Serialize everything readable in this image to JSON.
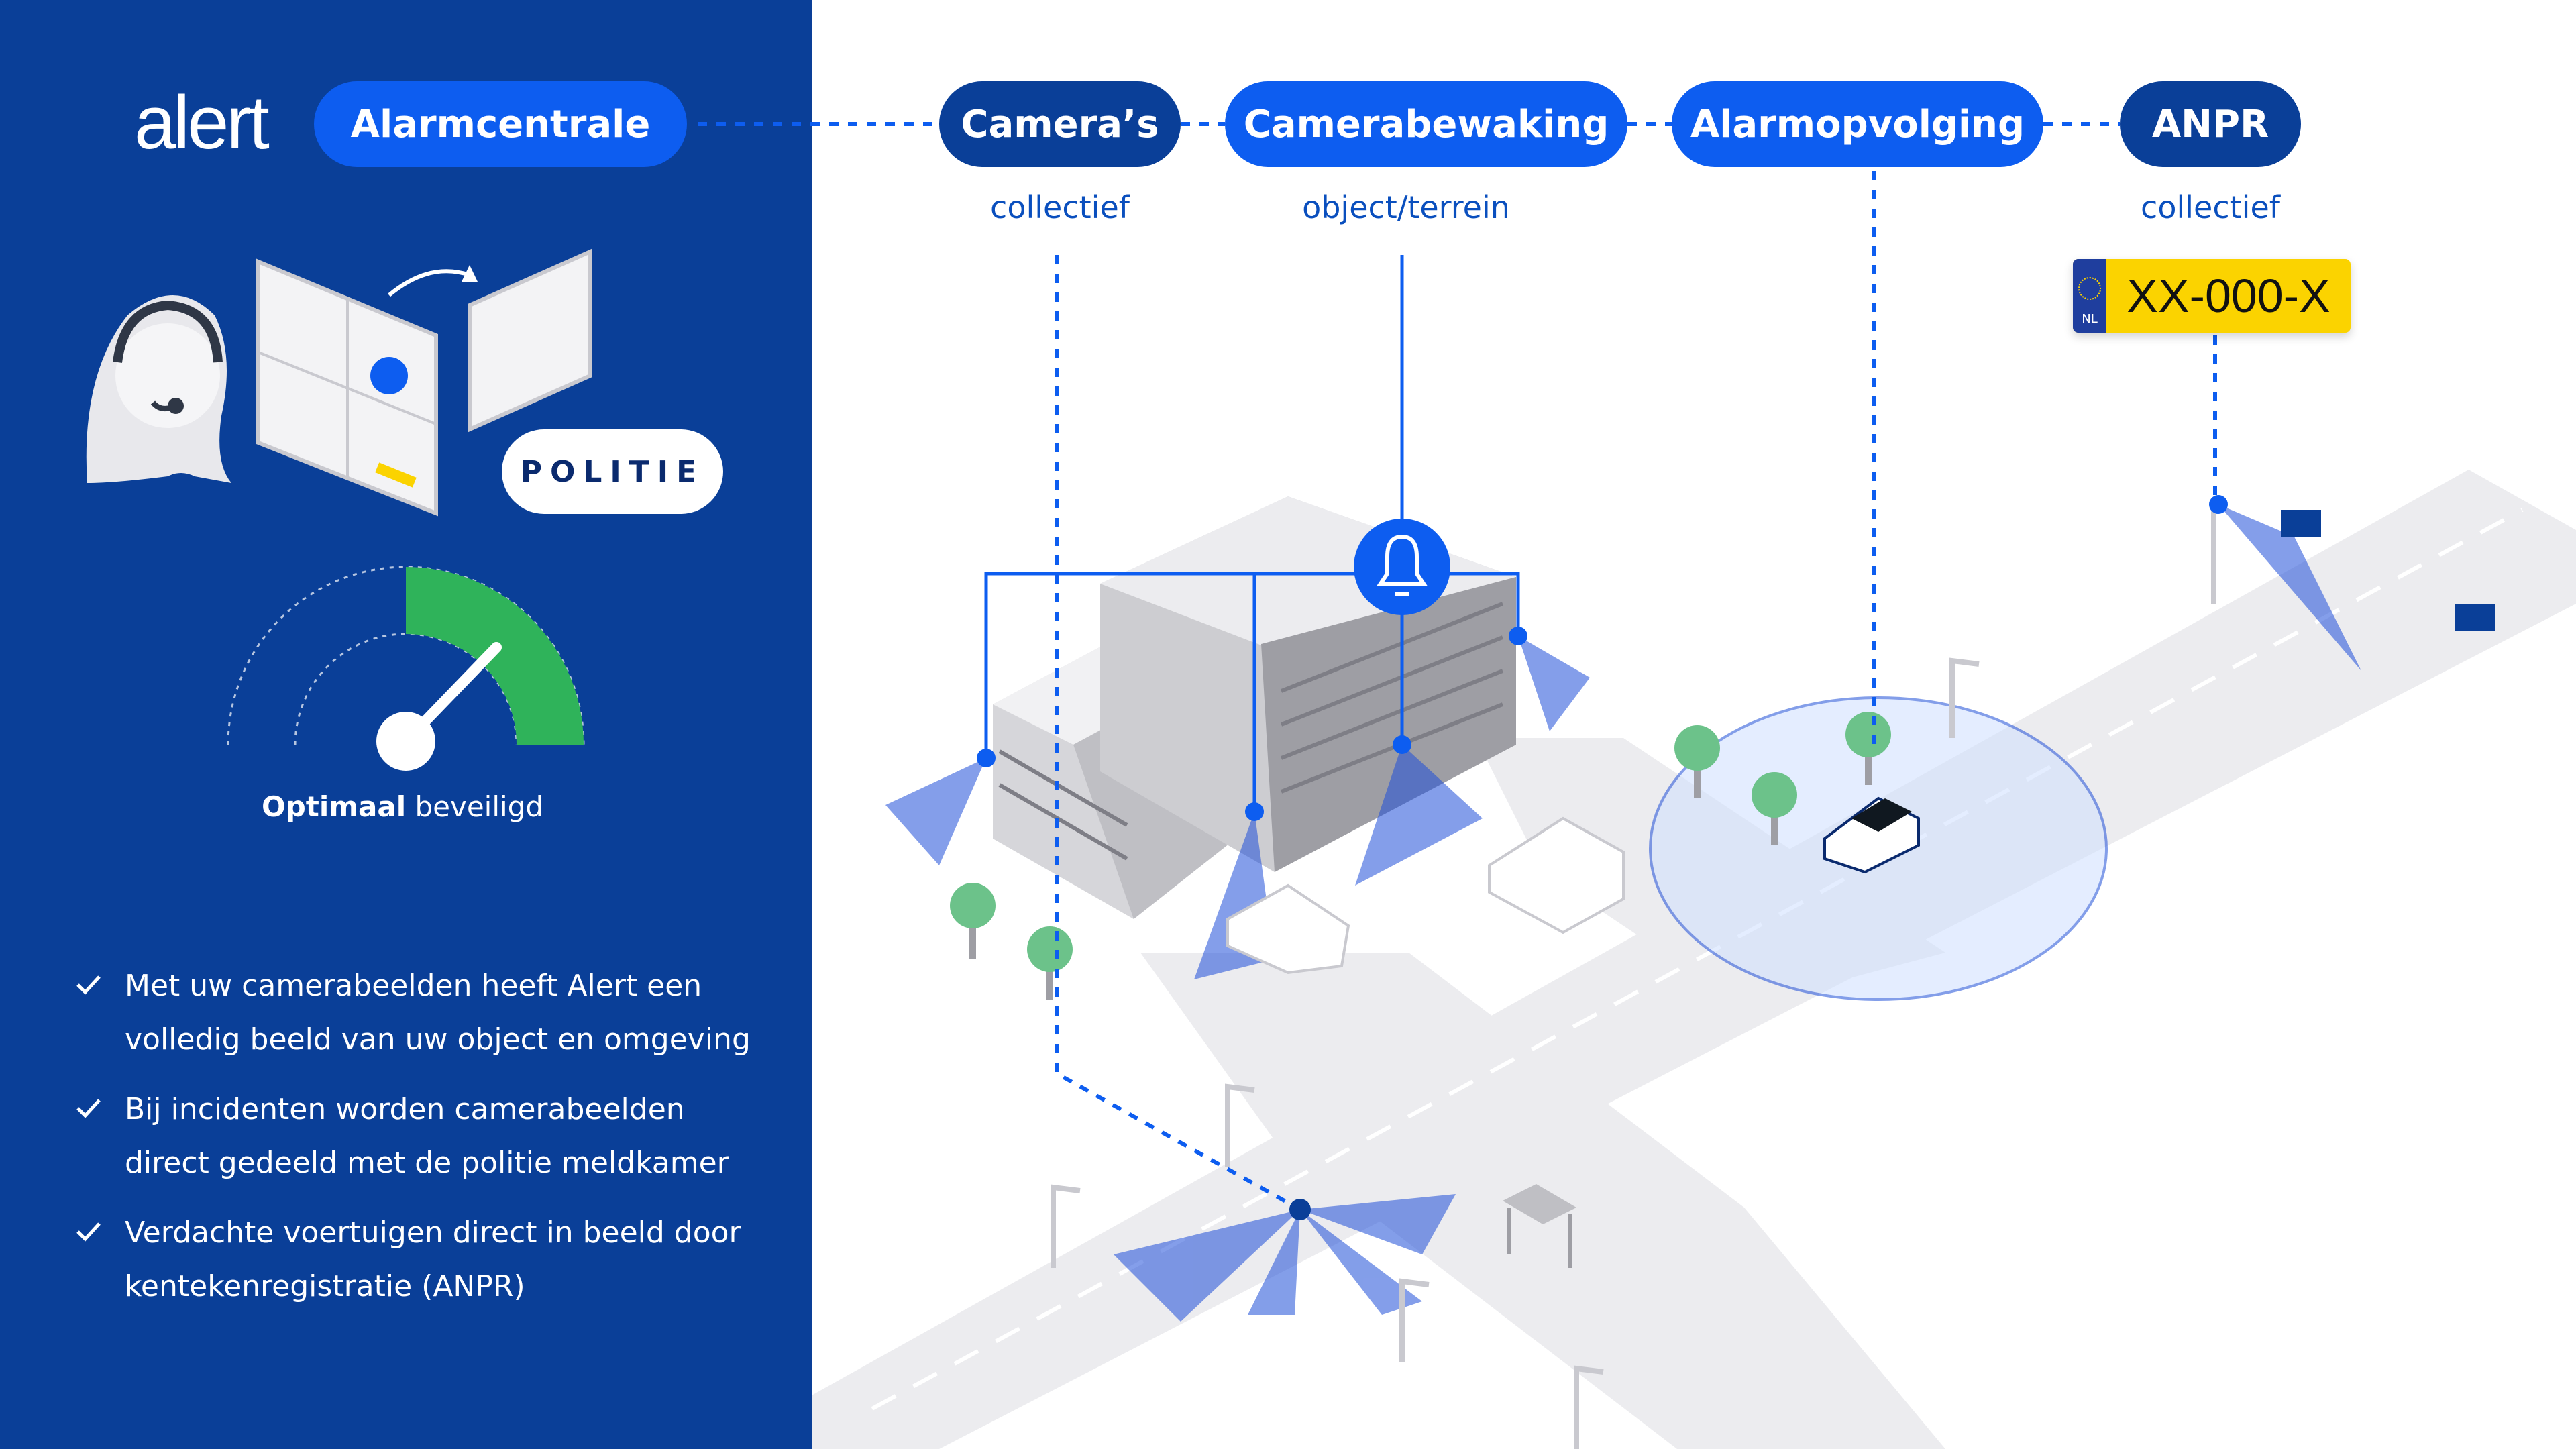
{
  "brand": {
    "logo": "alert",
    "color_primary": "#0a3f98",
    "color_accent": "#0d5df0",
    "color_beam": "#1f4fd8"
  },
  "flow": {
    "nodes": [
      {
        "id": "alarmcentrale",
        "label": "Alarmcentrale",
        "sub": ""
      },
      {
        "id": "cameras",
        "label": "Camera’s",
        "sub": "collectief"
      },
      {
        "id": "camerabewaking",
        "label": "Camerabewaking",
        "sub": "object/terrein"
      },
      {
        "id": "alarmopvolging",
        "label": "Alarmopvolging",
        "sub": ""
      },
      {
        "id": "anpr",
        "label": "ANPR",
        "sub": "collectief"
      }
    ]
  },
  "plate": {
    "country": "NL",
    "number": "XX-000-X"
  },
  "police": {
    "label": "POLITIE"
  },
  "gauge": {
    "level_label_bold": "Optimaal",
    "level_label_rest": " beveiligd",
    "level_fraction": 0.85
  },
  "bullets": [
    "Met uw camerabeelden heeft Alert een volledig beeld van uw object en omgeving",
    "Bij incidenten worden camerabeelden direct gedeeld met de politie meldkamer",
    "Verdachte voertuigen direct in beeld door kentekenregistratie (ANPR)"
  ],
  "icons": [
    "operator-icon",
    "monitor-icon",
    "alarm-bell-icon",
    "check-icon",
    "camera-icon"
  ]
}
